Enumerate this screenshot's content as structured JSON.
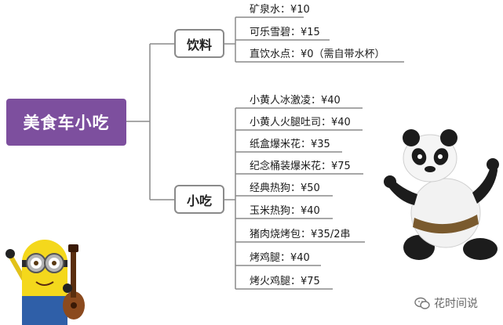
{
  "root": {
    "label": "美食车小吃"
  },
  "categories": [
    {
      "label": "饮料",
      "items": [
        "矿泉水：¥10",
        "可乐雪碧：¥15",
        "直饮水点：¥0（需自带水杯）"
      ]
    },
    {
      "label": "小吃",
      "items": [
        "小黄人冰激凌：¥40",
        "小黄人火腿吐司：¥40",
        "纸盒爆米花：¥35",
        "纪念桶装爆米花：¥75",
        "经典热狗：¥50",
        "玉米热狗：¥40",
        "猪肉烧烤包：¥35/2串",
        "烤鸡腿：¥40",
        "烤火鸡腿：¥75"
      ]
    }
  ],
  "watermark": {
    "label": "花时间说"
  },
  "colors": {
    "root": "#7d4f9e",
    "lines": "#8a8a8a",
    "category_border": "#8a8a8a"
  },
  "icons": [
    "wechat-icon",
    "minion-illustration",
    "panda-illustration"
  ]
}
